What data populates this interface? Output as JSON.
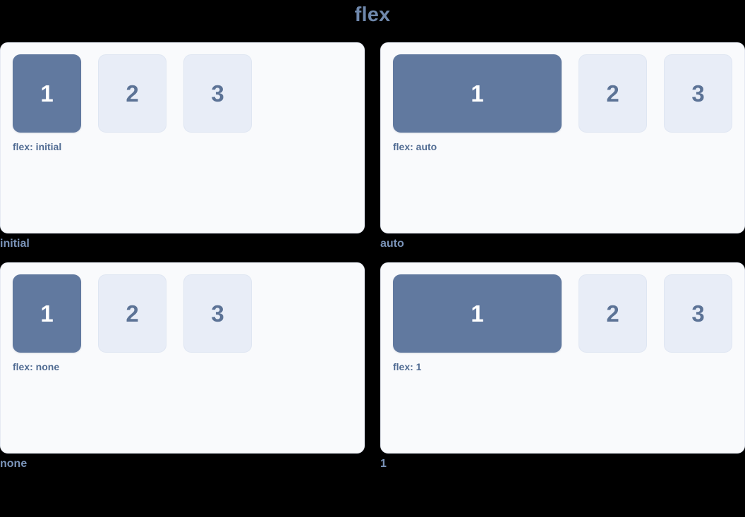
{
  "title": "flex",
  "theme": {
    "background": "#000000",
    "title_color": "#6f88ac",
    "card_background": "#f9fafc",
    "card_border": "#e6eaf2",
    "box_filled_background": "#61799f",
    "box_filled_text": "#ffffff",
    "box_ghost_background": "#e8edf7",
    "box_ghost_text": "#5c7396",
    "label_color": "#506b92",
    "caption_color": "#7a93b8"
  },
  "demos": [
    {
      "caption": "initial",
      "label": "flex: initial",
      "boxes": [
        {
          "text": "1",
          "style": "filled",
          "sizing": "fixed"
        },
        {
          "text": "2",
          "style": "ghost",
          "sizing": "fixed"
        },
        {
          "text": "3",
          "style": "ghost",
          "sizing": "fixed"
        }
      ]
    },
    {
      "caption": "auto",
      "label": "flex: auto",
      "boxes": [
        {
          "text": "1",
          "style": "filled",
          "sizing": "grow"
        },
        {
          "text": "2",
          "style": "ghost",
          "sizing": "fixed"
        },
        {
          "text": "3",
          "style": "ghost",
          "sizing": "fixed"
        }
      ]
    },
    {
      "caption": "none",
      "label": "flex: none",
      "boxes": [
        {
          "text": "1",
          "style": "filled",
          "sizing": "fixed"
        },
        {
          "text": "2",
          "style": "ghost",
          "sizing": "fixed"
        },
        {
          "text": "3",
          "style": "ghost",
          "sizing": "fixed"
        }
      ]
    },
    {
      "caption": "1",
      "label": "flex: 1",
      "boxes": [
        {
          "text": "1",
          "style": "filled",
          "sizing": "grow"
        },
        {
          "text": "2",
          "style": "ghost",
          "sizing": "fixed"
        },
        {
          "text": "3",
          "style": "ghost",
          "sizing": "fixed"
        }
      ]
    }
  ]
}
